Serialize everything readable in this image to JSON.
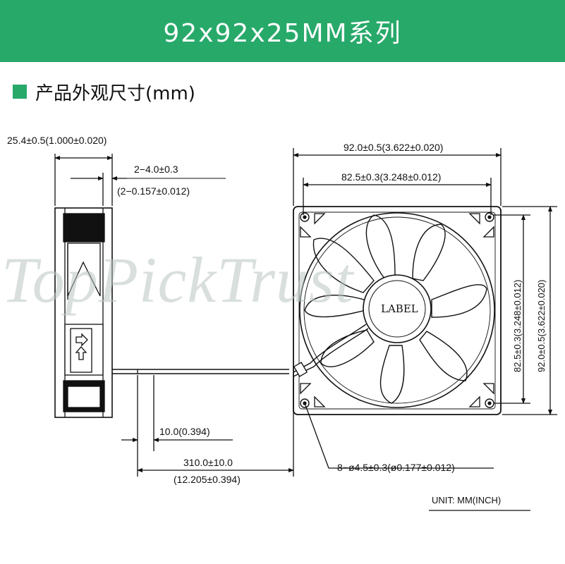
{
  "header": {
    "title": "92x92x25MM系列",
    "color": "#27a96a"
  },
  "section": {
    "title": "产品外观尺寸(mm)"
  },
  "dimensions": {
    "thickness": "25.4±0.5(1.000±0.020)",
    "tab_width": "2−4.0±0.3",
    "tab_width_inch": "(2−0.157±0.012)",
    "width_overall": "92.0±0.5(3.622±0.020)",
    "hole_spacing_h": "82.5±0.3(3.248±0.012)",
    "hole_spacing_v": "82.5±0.3(3.248±0.012)",
    "height_overall": "92.0±0.5(3.622±0.020)",
    "wire_strip": "10.0(0.394)",
    "wire_length": "310.0±10.0",
    "wire_length_inch": "(12.205±0.394)",
    "holes": "8−ø4.5±0.3(ø0.177±0.012)"
  },
  "fan": {
    "label": "LABEL"
  },
  "unit": "UNIT:  MM(INCH)",
  "watermark": "TopPickTrust"
}
